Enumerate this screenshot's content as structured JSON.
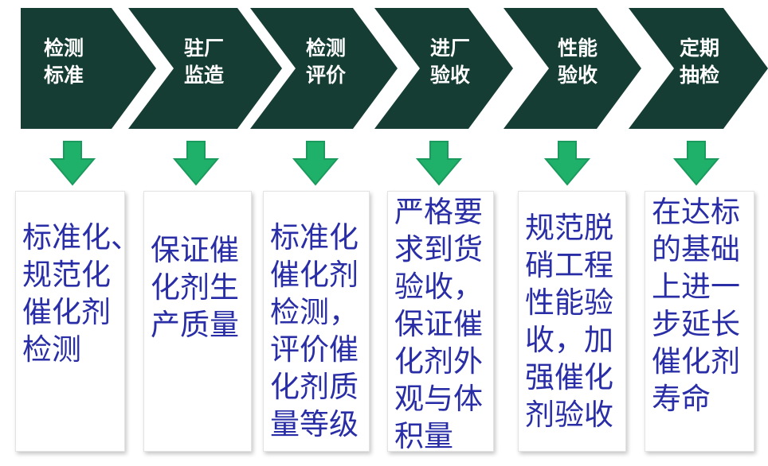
{
  "steps": [
    {
      "label": [
        "检测",
        "标准"
      ],
      "description": "标准化、\n规范化\n催化剂\n检测"
    },
    {
      "label": [
        "驻厂",
        "监造"
      ],
      "description": "保证催\n化剂生\n产质量"
    },
    {
      "label": [
        "检测",
        "评价"
      ],
      "description": "标准化\n催化剂\n检测，\n评价催\n化剂质\n量等级"
    },
    {
      "label": [
        "进厂",
        "验收"
      ],
      "description": "严格要\n求到货\n验收，\n保证催\n化剂外\n观与体\n积量"
    },
    {
      "label": [
        "性能",
        "验收"
      ],
      "description": "规范脱\n硝工程\n性能验\n收，加\n强催化\n剂验收"
    },
    {
      "label": [
        "定期",
        "抽检"
      ],
      "description": "在达标\n的基础\n上进一\n步延长\n催化剂\n寿命"
    }
  ],
  "colors": {
    "chevron": "#163d33",
    "arrow": "#1fb06a",
    "arrow_stroke": "#1a9a5c",
    "text": "#2a2ea6"
  }
}
